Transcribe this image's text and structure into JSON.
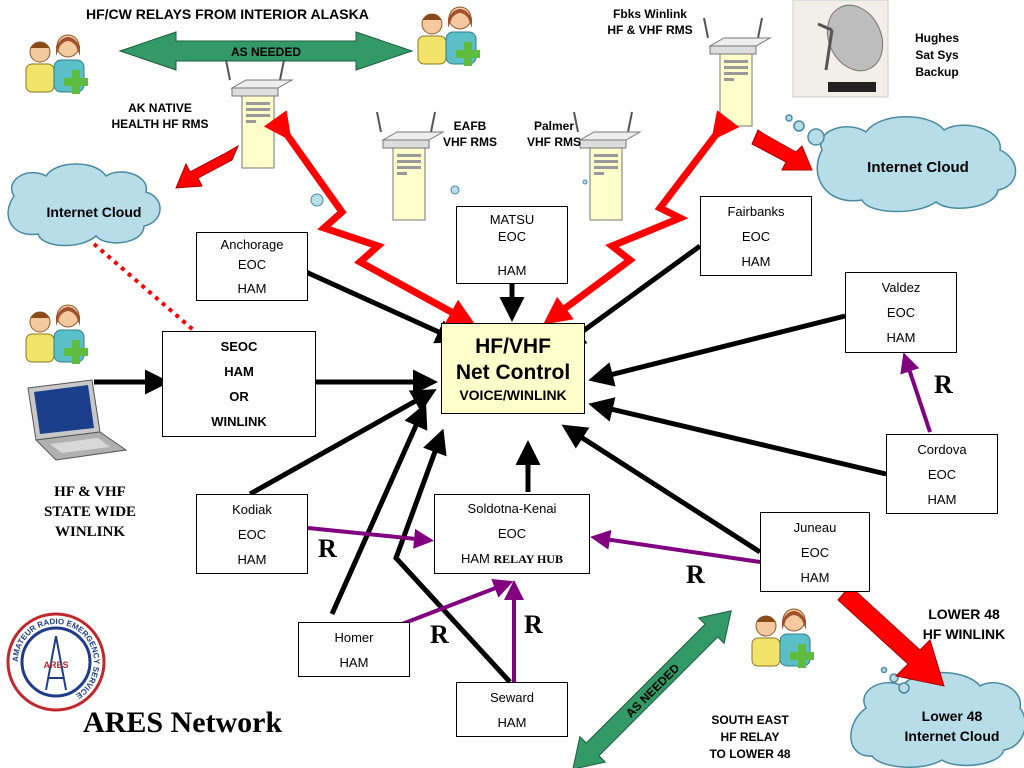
{
  "header_label": "HF/CW RELAYS FROM INTERIOR ALASKA",
  "as_needed_top": "AS NEEDED",
  "as_needed_bottom": "AS NEEDED",
  "fbks_label": [
    "Fbks Winlink",
    "HF & VHF RMS"
  ],
  "hughes_label": [
    "Hughes",
    "Sat Sys",
    "Backup"
  ],
  "ak_native_label": [
    "AK NATIVE",
    "HEALTH HF RMS"
  ],
  "eafb_label": [
    "EAFB",
    "VHF RMS"
  ],
  "palmer_label": [
    "Palmer",
    "VHF RMS"
  ],
  "clouds": {
    "left": "Internet Cloud",
    "right": "Internet Cloud",
    "lower": [
      "Lower 48",
      "Internet Cloud"
    ]
  },
  "net_control": [
    "HF/VHF",
    "Net Control",
    "VOICE/WINLINK"
  ],
  "boxes": {
    "anchorage": [
      "Anchorage",
      "EOC",
      "HAM"
    ],
    "matsu": [
      "MATSU",
      "EOC",
      "",
      "HAM"
    ],
    "fairbanks": [
      "Fairbanks",
      "EOC",
      "HAM"
    ],
    "valdez": [
      "Valdez",
      "EOC",
      "HAM"
    ],
    "seoc": [
      "SEOC",
      "HAM",
      "OR",
      "WINLINK"
    ],
    "cordova": [
      "Cordova",
      "EOC",
      "HAM"
    ],
    "kodiak": [
      "Kodiak",
      "EOC",
      "HAM"
    ],
    "soldotna": [
      "Soldotna-Kenai",
      "EOC",
      "HAM",
      "RELAY HUB"
    ],
    "juneau": [
      "Juneau",
      "EOC",
      "HAM"
    ],
    "homer": [
      "Homer",
      "HAM"
    ],
    "seward": [
      "Seward",
      "HAM"
    ]
  },
  "relay_mark": "R",
  "statewide_label": [
    "HF & VHF",
    "STATE WIDE",
    "WINLINK"
  ],
  "lower48_label": [
    "LOWER 48",
    "HF WINLINK"
  ],
  "southeast_label": [
    "SOUTH EAST",
    "HF RELAY",
    "TO LOWER 48"
  ],
  "logo_text": "AMATEUR RADIO EMERGENCY SERVICE",
  "logo_center": "ARES",
  "title": "ARES Network",
  "colors": {
    "relay_purple": "#800080",
    "red_link": "#ff0000",
    "green_arrow": "#339966",
    "cloud_fill": "#b7dde8",
    "control_fill": "#ffffcc"
  }
}
